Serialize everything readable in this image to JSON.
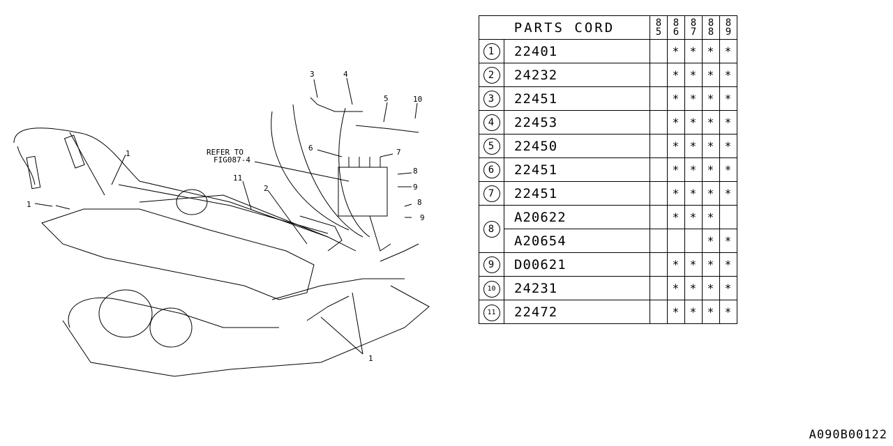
{
  "table": {
    "header": "PARTS CORD",
    "years": [
      "85",
      "86",
      "87",
      "88",
      "89"
    ],
    "rows": [
      {
        "ref": "1",
        "code": "22401",
        "marks": [
          "",
          "*",
          "*",
          "*",
          "*"
        ]
      },
      {
        "ref": "2",
        "code": "24232",
        "marks": [
          "",
          "*",
          "*",
          "*",
          "*"
        ]
      },
      {
        "ref": "3",
        "code": "22451",
        "marks": [
          "",
          "*",
          "*",
          "*",
          "*"
        ]
      },
      {
        "ref": "4",
        "code": "22453",
        "marks": [
          "",
          "*",
          "*",
          "*",
          "*"
        ]
      },
      {
        "ref": "5",
        "code": "22450",
        "marks": [
          "",
          "*",
          "*",
          "*",
          "*"
        ]
      },
      {
        "ref": "6",
        "code": "22451",
        "marks": [
          "",
          "*",
          "*",
          "*",
          "*"
        ]
      },
      {
        "ref": "7",
        "code": "22451",
        "marks": [
          "",
          "*",
          "*",
          "*",
          "*"
        ]
      },
      {
        "ref": "8",
        "code": "A20622",
        "marks": [
          "",
          "*",
          "*",
          "*",
          ""
        ]
      },
      {
        "ref": "",
        "code": "A20654",
        "marks": [
          "",
          "",
          "",
          "*",
          "*"
        ]
      },
      {
        "ref": "9",
        "code": "D00621",
        "marks": [
          "",
          "*",
          "*",
          "*",
          "*"
        ]
      },
      {
        "ref": "10",
        "code": "24231",
        "marks": [
          "",
          "*",
          "*",
          "*",
          "*"
        ]
      },
      {
        "ref": "11",
        "code": "22472",
        "marks": [
          "",
          "*",
          "*",
          "*",
          "*"
        ]
      }
    ]
  },
  "diagram": {
    "refer_line1": "REFER TO",
    "refer_line2": "FIG087-4",
    "callouts": [
      "1",
      "1",
      "1",
      "2",
      "3",
      "4",
      "5",
      "6",
      "7",
      "8",
      "8",
      "9",
      "9",
      "10",
      "11"
    ]
  },
  "footer_code": "A090B00122"
}
